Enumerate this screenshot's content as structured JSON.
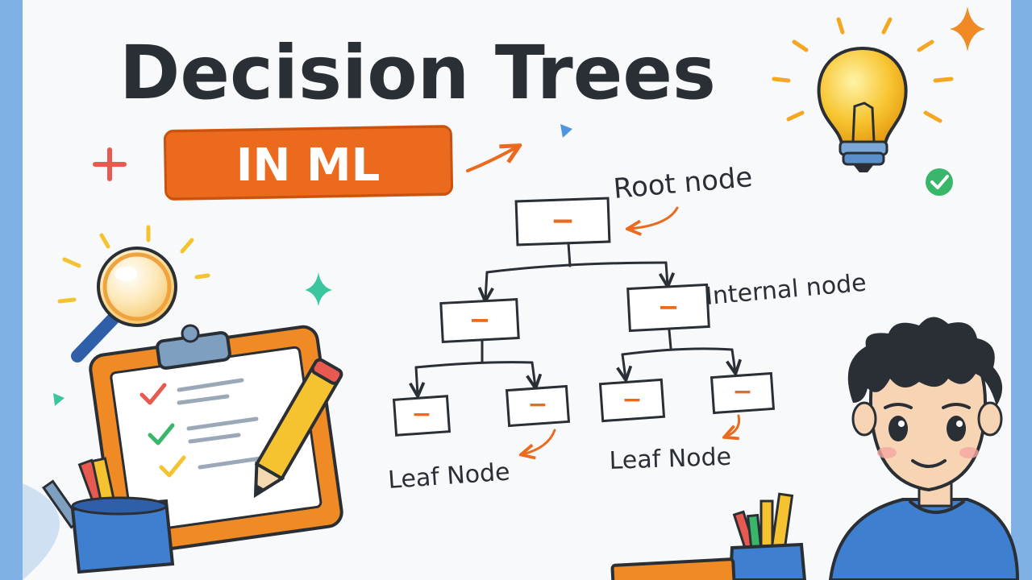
{
  "title": "Decision Trees",
  "banner": "IN ML",
  "labels": {
    "root": "Root node",
    "internal": "Internal node",
    "leaf_left": "Leaf Node",
    "leaf_right": "Leaf Node"
  },
  "node_mark": "−",
  "colors": {
    "orange": "#ec6a1e",
    "ink": "#2a2f36",
    "blue": "#3f7fd0",
    "yellow": "#f5c230",
    "green": "#38b66a",
    "red": "#e85a4f"
  },
  "icons": [
    "plus-icon",
    "sparkle-icon",
    "lightbulb-icon",
    "check-badge-icon",
    "magnifier-icon",
    "clipboard-icon",
    "pencil-icon",
    "pencil-cup-icon",
    "student-illustration",
    "book-icon"
  ]
}
